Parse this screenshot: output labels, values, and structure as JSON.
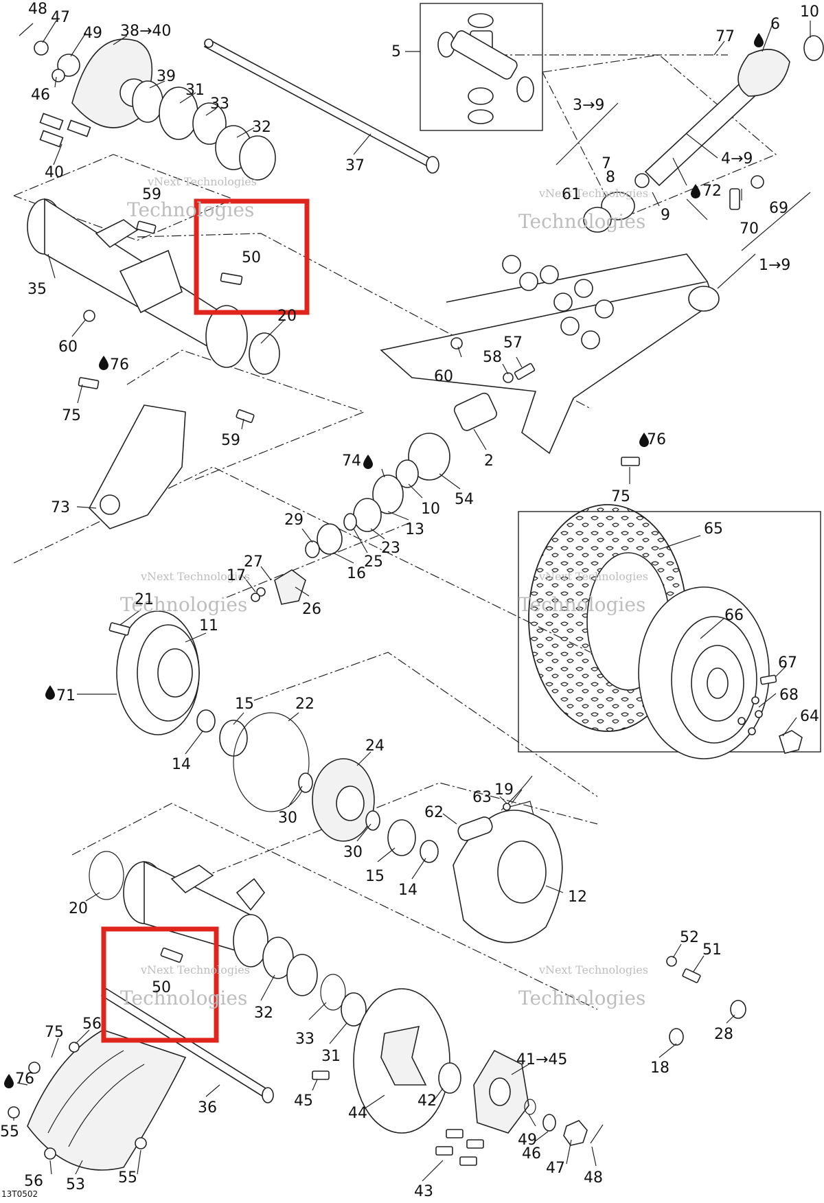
{
  "diagram": {
    "code": "13T0502",
    "watermark_line1": "vNext Technologies",
    "watermark_line2": "Technologies",
    "callouts": [
      {
        "id": "c48a",
        "text": "48"
      },
      {
        "id": "c47a",
        "text": "47"
      },
      {
        "id": "c49a",
        "text": "49"
      },
      {
        "id": "c3840",
        "text": "38→40"
      },
      {
        "id": "c46a",
        "text": "46"
      },
      {
        "id": "c39",
        "text": "39"
      },
      {
        "id": "c31a",
        "text": "31"
      },
      {
        "id": "c33a",
        "text": "33"
      },
      {
        "id": "c32a",
        "text": "32"
      },
      {
        "id": "c40",
        "text": "40"
      },
      {
        "id": "c37",
        "text": "37"
      },
      {
        "id": "c5",
        "text": "5"
      },
      {
        "id": "c77",
        "text": "77"
      },
      {
        "id": "c6",
        "text": "6"
      },
      {
        "id": "c10a",
        "text": "10"
      },
      {
        "id": "c39b",
        "text": "3→9"
      },
      {
        "id": "c49b",
        "text": "4→9"
      },
      {
        "id": "c7",
        "text": "7"
      },
      {
        "id": "c8",
        "text": "8"
      },
      {
        "id": "c61",
        "text": "61"
      },
      {
        "id": "c9",
        "text": "9"
      },
      {
        "id": "c72",
        "text": "72"
      },
      {
        "id": "c69",
        "text": "69"
      },
      {
        "id": "c70",
        "text": "70"
      },
      {
        "id": "c19b",
        "text": "1→9"
      },
      {
        "id": "c59a",
        "text": "59"
      },
      {
        "id": "c50a",
        "text": "50"
      },
      {
        "id": "c35",
        "text": "35"
      },
      {
        "id": "c20a",
        "text": "20"
      },
      {
        "id": "c60a",
        "text": "60"
      },
      {
        "id": "c60b",
        "text": "60"
      },
      {
        "id": "c57",
        "text": "57"
      },
      {
        "id": "c58",
        "text": "58"
      },
      {
        "id": "c76a",
        "text": "76"
      },
      {
        "id": "c75a",
        "text": "75"
      },
      {
        "id": "c59b",
        "text": "59"
      },
      {
        "id": "c2",
        "text": "2"
      },
      {
        "id": "c76b",
        "text": "76"
      },
      {
        "id": "c75b",
        "text": "75"
      },
      {
        "id": "c74",
        "text": "74"
      },
      {
        "id": "c54",
        "text": "54"
      },
      {
        "id": "c10b",
        "text": "10"
      },
      {
        "id": "c73",
        "text": "73"
      },
      {
        "id": "c13",
        "text": "13"
      },
      {
        "id": "c29",
        "text": "29"
      },
      {
        "id": "c23",
        "text": "23"
      },
      {
        "id": "c27",
        "text": "27"
      },
      {
        "id": "c17",
        "text": "17"
      },
      {
        "id": "c25",
        "text": "25"
      },
      {
        "id": "c16",
        "text": "16"
      },
      {
        "id": "c26",
        "text": "26"
      },
      {
        "id": "c21",
        "text": "21"
      },
      {
        "id": "c11",
        "text": "11"
      },
      {
        "id": "c65",
        "text": "65"
      },
      {
        "id": "c66",
        "text": "66"
      },
      {
        "id": "c67",
        "text": "67"
      },
      {
        "id": "c68",
        "text": "68"
      },
      {
        "id": "c64",
        "text": "64"
      },
      {
        "id": "c71",
        "text": "71"
      },
      {
        "id": "c15a",
        "text": "15"
      },
      {
        "id": "c22",
        "text": "22"
      },
      {
        "id": "c14a",
        "text": "14"
      },
      {
        "id": "c24",
        "text": "24"
      },
      {
        "id": "c63",
        "text": "63"
      },
      {
        "id": "c19",
        "text": "19"
      },
      {
        "id": "c30a",
        "text": "30"
      },
      {
        "id": "c62",
        "text": "62"
      },
      {
        "id": "c30b",
        "text": "30"
      },
      {
        "id": "c15b",
        "text": "15"
      },
      {
        "id": "c14b",
        "text": "14"
      },
      {
        "id": "c12",
        "text": "12"
      },
      {
        "id": "c20b",
        "text": "20"
      },
      {
        "id": "c52",
        "text": "52"
      },
      {
        "id": "c51",
        "text": "51"
      },
      {
        "id": "c50b",
        "text": "50"
      },
      {
        "id": "c32b",
        "text": "32"
      },
      {
        "id": "c33b",
        "text": "33"
      },
      {
        "id": "c31b",
        "text": "31"
      },
      {
        "id": "c28",
        "text": "28"
      },
      {
        "id": "c75c",
        "text": "75"
      },
      {
        "id": "c56a",
        "text": "56"
      },
      {
        "id": "c4145",
        "text": "41→45"
      },
      {
        "id": "c18",
        "text": "18"
      },
      {
        "id": "c76c",
        "text": "76"
      },
      {
        "id": "c36",
        "text": "36"
      },
      {
        "id": "c45",
        "text": "45"
      },
      {
        "id": "c42",
        "text": "42"
      },
      {
        "id": "c44",
        "text": "44"
      },
      {
        "id": "c55a",
        "text": "55"
      },
      {
        "id": "c49c",
        "text": "49"
      },
      {
        "id": "c46b",
        "text": "46"
      },
      {
        "id": "c47b",
        "text": "47"
      },
      {
        "id": "c48b",
        "text": "48"
      },
      {
        "id": "c43",
        "text": "43"
      },
      {
        "id": "c56b",
        "text": "56"
      },
      {
        "id": "c53",
        "text": "53"
      },
      {
        "id": "c55b",
        "text": "55"
      }
    ]
  }
}
